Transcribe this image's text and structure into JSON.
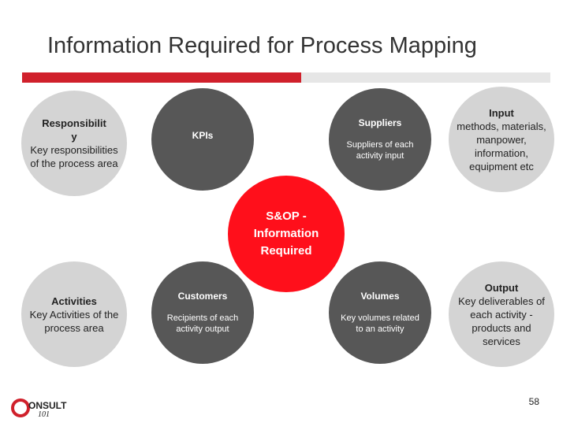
{
  "slide": {
    "title": "Information Required for Process Mapping",
    "page_number": "58"
  },
  "logo": {
    "text": "ONSULT",
    "subtext": "101"
  },
  "nodes": {
    "center": {
      "line1": "S&OP -",
      "line2": "Information",
      "line3": "Required"
    },
    "responsibility": {
      "title_line1": "Responsibilit",
      "title_line2": "y",
      "desc": "Key responsibilities of the process area"
    },
    "kpis": {
      "title": "KPIs"
    },
    "suppliers": {
      "title": "Suppliers",
      "desc": "Suppliers of each activity input"
    },
    "input": {
      "title": "Input",
      "desc": "methods, materials, manpower, information, equipment etc"
    },
    "activities": {
      "title": "Activities",
      "desc": "Key Activities of the process area"
    },
    "customers": {
      "title": "Customers",
      "desc": "Recipients of each activity output"
    },
    "volumes": {
      "title": "Volumes",
      "desc": "Key volumes related to an activity"
    },
    "output": {
      "title": "Output",
      "desc": "Key deliverables of each activity - products and services"
    }
  },
  "colors": {
    "accent_red": "#d0202b",
    "center_red": "#ff0f1b",
    "dark_gray": "#575757",
    "light_gray": "#d4d4d4"
  }
}
